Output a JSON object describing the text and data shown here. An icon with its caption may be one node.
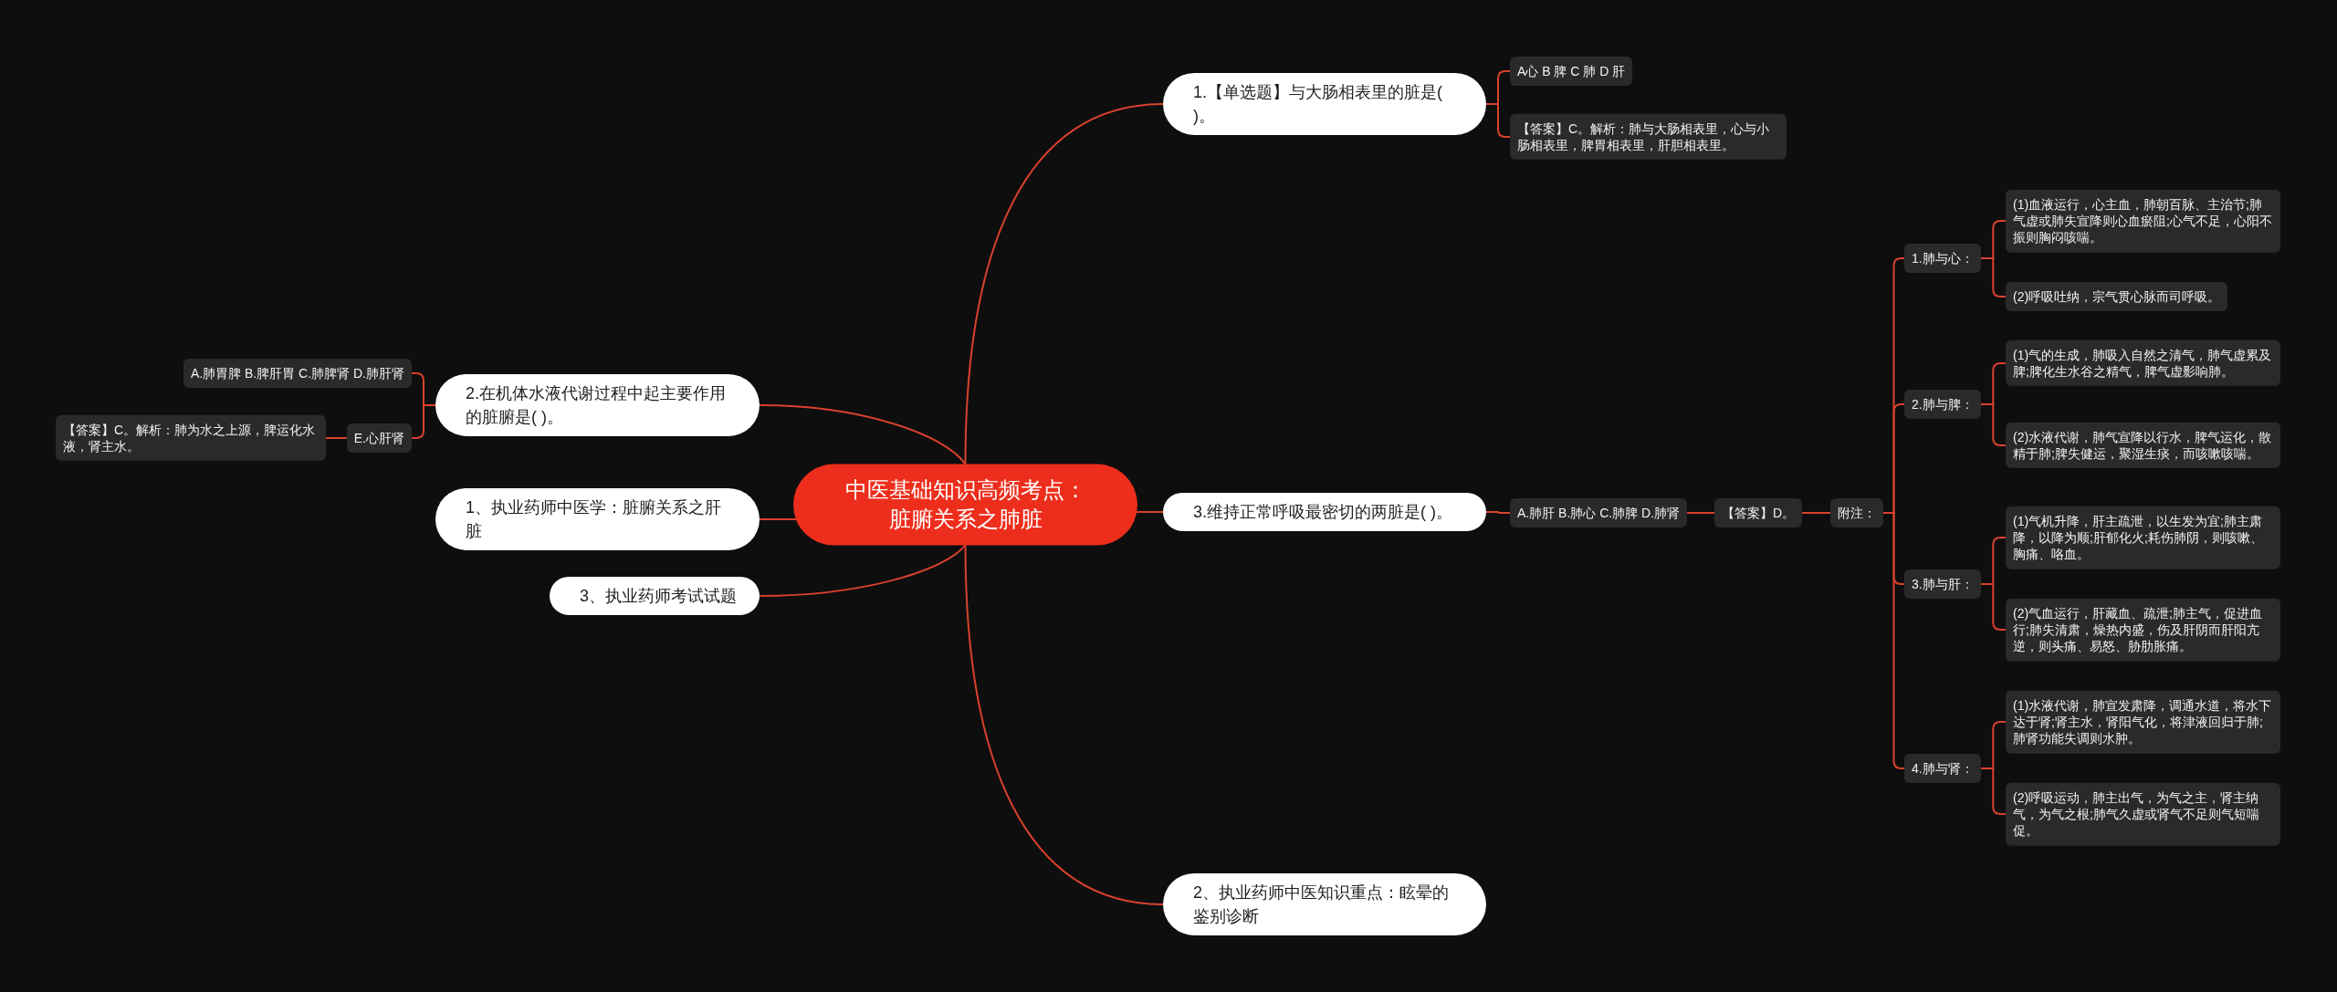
{
  "diagram": {
    "nodes": [
      {
        "text": [
          "中医基础知识高频考点：脏腑关系之肺脏"
        ]
      },
      {
        "text": [
          "1.【单选题】与大肠相表里的脏是( )。"
        ]
      },
      {
        "text": [
          "A心 B 脾 C 肺 D 肝"
        ]
      },
      {
        "text": [
          "【答案】C。解析：肺与大肠相表里，心与小肠相表里，脾胃相表里，肝胆相表里。"
        ]
      },
      {
        "text": [
          "3.维持正常呼吸最密切的两脏是( )。"
        ]
      },
      {
        "text": [
          "A.肺肝 B.肺心 C.肺脾 D.肺肾"
        ]
      },
      {
        "text": [
          "【答案】D。"
        ]
      },
      {
        "text": [
          "附注："
        ]
      },
      {
        "text": [
          "1.肺与心："
        ]
      },
      {
        "text": [
          "(1)血液运行，心主血，肺朝百脉、主治节;肺气虚或肺失宣降则心血瘀阻;心气不足，心阳不振则胸闷咳喘。"
        ]
      },
      {
        "text": [
          "(2)呼吸吐纳，宗气贯心脉而司呼吸。"
        ]
      },
      {
        "text": [
          "2.肺与脾："
        ]
      },
      {
        "text": [
          "(1)气的生成，肺吸入自然之清气，肺气虚累及脾;脾化生水谷之精气，脾气虚影响肺。"
        ]
      },
      {
        "text": [
          "(2)水液代谢，肺气宣降以行水，脾气运化，散精于肺;脾失健运，聚湿生痰，而咳嗽咳喘。"
        ]
      },
      {
        "text": [
          "3.肺与肝："
        ]
      },
      {
        "text": [
          "(1)气机升降，肝主疏泄，以生发为宜;肺主肃降，以降为顺;肝郁化火;耗伤肺阴，则咳嗽、胸痛、咯血。"
        ]
      },
      {
        "text": [
          "(2)气血运行，肝藏血、疏泄;肺主气，促进血行;肺失清肃，燥热内盛，伤及肝阴而肝阳亢逆，则头痛、易怒、胁肋胀痛。"
        ]
      },
      {
        "text": [
          "4.肺与肾："
        ]
      },
      {
        "text": [
          "(1)水液代谢，肺宣发肃降，调通水道，将水下达于肾;肾主水，肾阳气化，将津液回归于肺;肺肾功能失调则水肿。"
        ]
      },
      {
        "text": [
          "(2)呼吸运动，肺主出气，为气之主，肾主纳气，为气之根;肺气久虚或肾气不足则气短喘促。"
        ]
      },
      {
        "text": [
          "2、执业药师中医知识重点：眩晕的鉴别诊断"
        ]
      },
      {
        "text": [
          "2.在机体水液代谢过程中起主要作用的脏腑是( )。"
        ]
      },
      {
        "text": [
          "A.肺胃脾 B.脾肝胃 C.肺脾肾 D.肺肝肾"
        ]
      },
      {
        "text": [
          "E.心肝肾"
        ]
      },
      {
        "text": [
          "【答案】C。解析：肺为水之上源，脾运化水液，肾主水。"
        ]
      },
      {
        "text": [
          "1、执业药师中医学：脏腑关系之肝脏"
        ]
      },
      {
        "text": [
          "3、执业药师考试试题"
        ]
      }
    ],
    "edges": [
      {
        "from": 0,
        "to": 1,
        "arrow": "none"
      },
      {
        "from": 1,
        "to": 2,
        "arrow": "none"
      },
      {
        "from": 1,
        "to": 3,
        "arrow": "none"
      },
      {
        "from": 0,
        "to": 4,
        "arrow": "none"
      },
      {
        "from": 4,
        "to": 5,
        "arrow": "none"
      },
      {
        "from": 5,
        "to": 6,
        "arrow": "none"
      },
      {
        "from": 6,
        "to": 7,
        "arrow": "none"
      },
      {
        "from": 7,
        "to": 8,
        "arrow": "none"
      },
      {
        "from": 8,
        "to": 9,
        "arrow": "none"
      },
      {
        "from": 8,
        "to": 10,
        "arrow": "none"
      },
      {
        "from": 7,
        "to": 11,
        "arrow": "none"
      },
      {
        "from": 11,
        "to": 12,
        "arrow": "none"
      },
      {
        "from": 11,
        "to": 13,
        "arrow": "none"
      },
      {
        "from": 7,
        "to": 14,
        "arrow": "none"
      },
      {
        "from": 14,
        "to": 15,
        "arrow": "none"
      },
      {
        "from": 14,
        "to": 16,
        "arrow": "none"
      },
      {
        "from": 7,
        "to": 17,
        "arrow": "none"
      },
      {
        "from": 17,
        "to": 18,
        "arrow": "none"
      },
      {
        "from": 17,
        "to": 19,
        "arrow": "none"
      },
      {
        "from": 0,
        "to": 20,
        "arrow": "none"
      },
      {
        "from": 0,
        "to": 21,
        "arrow": "none"
      },
      {
        "from": 21,
        "to": 22,
        "arrow": "none"
      },
      {
        "from": 21,
        "to": 23,
        "arrow": "none"
      },
      {
        "from": 23,
        "to": 24,
        "arrow": "none"
      },
      {
        "from": 0,
        "to": 25,
        "arrow": "none"
      },
      {
        "from": 0,
        "to": 26,
        "arrow": "none"
      }
    ]
  }
}
